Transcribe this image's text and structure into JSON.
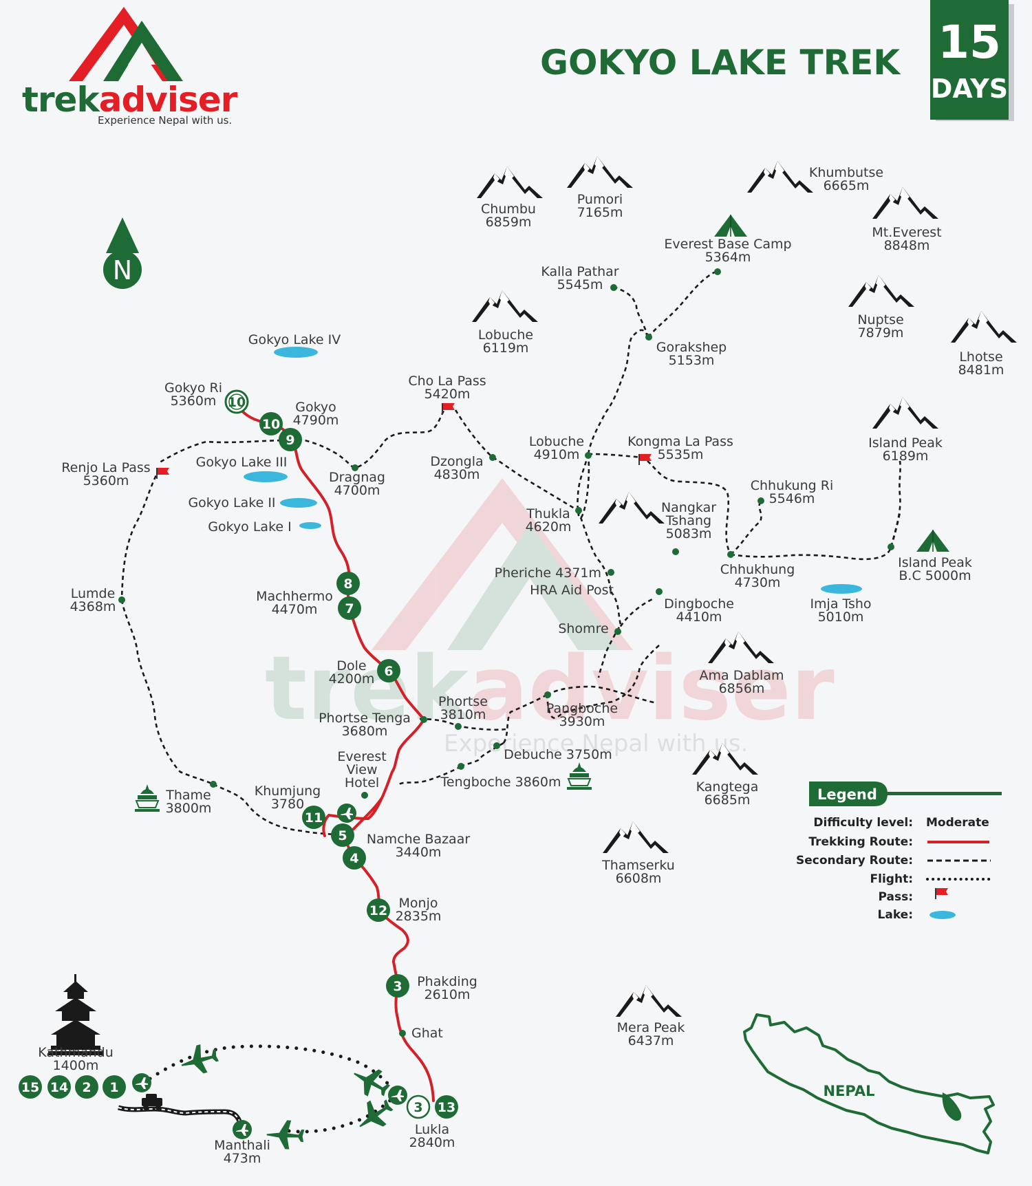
{
  "brand": {
    "name_a": "trek",
    "name_b": "adviser",
    "tagline": "Experience Nepal with us.",
    "green": "#1e6b35",
    "red": "#e31e24"
  },
  "title": "GOKYO LAKE TREK",
  "duration": {
    "number": "15",
    "unit": "DAYS"
  },
  "north": "N",
  "peaks": [
    {
      "id": "chumbu",
      "name": "Chumbu",
      "elev": "6859m"
    },
    {
      "id": "pumori",
      "name": "Pumori",
      "elev": "7165m"
    },
    {
      "id": "khumbutse",
      "name": "Khumbutse",
      "elev": "6665m"
    },
    {
      "id": "everest",
      "name": "Mt.Everest",
      "elev": "8848m"
    },
    {
      "id": "lobuche-peak",
      "name": "Lobuche",
      "elev": "6119m"
    },
    {
      "id": "nuptse",
      "name": "Nuptse",
      "elev": "7879m"
    },
    {
      "id": "lhotse",
      "name": "Lhotse",
      "elev": "8481m"
    },
    {
      "id": "island-peak",
      "name": "Island Peak",
      "elev": "6189m"
    },
    {
      "id": "nangkar-tshang",
      "name": "Nangkar",
      "name2": "Tshang",
      "elev": "5083m"
    },
    {
      "id": "ama-dablam",
      "name": "Ama Dablam",
      "elev": "6856m"
    },
    {
      "id": "kangtega",
      "name": "Kangtega",
      "elev": "6685m"
    },
    {
      "id": "thamserku",
      "name": "Thamserku",
      "elev": "6608m"
    },
    {
      "id": "mera-peak",
      "name": "Mera Peak",
      "elev": "6437m"
    }
  ],
  "places": {
    "ebc": {
      "name": "Everest Base Camp",
      "elev": "5364m"
    },
    "kalla_pathar": {
      "name": "Kalla Pathar",
      "elev": "5545m"
    },
    "gorakshep": {
      "name": "Gorakshep",
      "elev": "5153m"
    },
    "gokyo_lake_iv": {
      "name": "Gokyo Lake IV"
    },
    "gokyo_ri": {
      "name": "Gokyo Ri",
      "elev": "5360m"
    },
    "gokyo": {
      "name": "Gokyo",
      "elev": "4790m"
    },
    "cho_la": {
      "name": "Cho La Pass",
      "elev": "5420m"
    },
    "renjo_la": {
      "name": "Renjo La Pass",
      "elev": "5360m"
    },
    "gokyo_lake_iii": {
      "name": "Gokyo Lake III"
    },
    "dragnag": {
      "name": "Dragnag",
      "elev": "4700m"
    },
    "dzongla": {
      "name": "Dzongla",
      "elev": "4830m"
    },
    "lobuche": {
      "name": "Lobuche",
      "elev": "4910m"
    },
    "kongma_la": {
      "name": "Kongma La Pass",
      "elev": "5535m"
    },
    "chhukung_ri": {
      "name": "Chhukung Ri",
      "elev": "5546m"
    },
    "gokyo_lake_ii": {
      "name": "Gokyo Lake II"
    },
    "gokyo_lake_i": {
      "name": "Gokyo Lake I"
    },
    "thukla": {
      "name": "Thukla",
      "elev": "4620m"
    },
    "chhukhung": {
      "name": "Chhukhung",
      "elev": "4730m"
    },
    "island_bc": {
      "name": "Island Peak",
      "name2": "B.C 5000m"
    },
    "lumde": {
      "name": "Lumde",
      "elev": "4368m"
    },
    "machhermo": {
      "name": "Machhermo",
      "elev": "4470m"
    },
    "pheriche": {
      "name": "Pheriche 4371m",
      "name2": "HRA Aid Post"
    },
    "dingboche": {
      "name": "Dingboche",
      "elev": "4410m"
    },
    "imja": {
      "name": "Imja Tsho",
      "elev": "5010m"
    },
    "shomre": {
      "name": "Shomre"
    },
    "dole": {
      "name": "Dole",
      "elev": "4200m"
    },
    "phortse": {
      "name": "Phortse",
      "elev": "3810m"
    },
    "pangboche": {
      "name": "Pangboche",
      "elev": "3930m"
    },
    "phortse_tenga": {
      "name": "Phortse Tenga",
      "elev": "3680m"
    },
    "debuche": {
      "name": "Debuche 3750m"
    },
    "everest_view": {
      "name": "Everest",
      "name2": "View",
      "name3": "Hotel"
    },
    "tengboche": {
      "name": "Tengboche 3860m"
    },
    "thame": {
      "name": "Thame",
      "elev": "3800m"
    },
    "khumjung": {
      "name": "Khumjung",
      "elev": "3780"
    },
    "namche": {
      "name": "Namche Bazaar",
      "elev": "3440m"
    },
    "monjo": {
      "name": "Monjo",
      "elev": "2835m"
    },
    "phakding": {
      "name": "Phakding",
      "elev": "2610m"
    },
    "ghat": {
      "name": "Ghat"
    },
    "kathmandu": {
      "name": "Kathmandu",
      "elev": "1400m"
    },
    "lukla": {
      "name": "Lukla",
      "elev": "2840m"
    },
    "manthali": {
      "name": "Manthali",
      "elev": "473m"
    }
  },
  "days": {
    "d10a": "10",
    "d10b": "10",
    "d9": "9",
    "d8": "8",
    "d7": "7",
    "d6": "6",
    "d11": "11",
    "d5": "5",
    "d4": "4",
    "d12": "12",
    "d3": "3",
    "d3b": "3",
    "d13": "13",
    "d15": "15",
    "d14": "14",
    "d2": "2",
    "d1": "1"
  },
  "legend": {
    "title": "Legend",
    "difficulty_label": "Difficulty level:",
    "difficulty_value": "Moderate",
    "trekking": "Trekking Route:",
    "secondary": "Secondary Route:",
    "flight": "Flight:",
    "pass": "Pass:",
    "lake": "Lake:"
  },
  "inset": {
    "country": "NEPAL"
  },
  "watermark": {
    "name": "trekadviser",
    "tagline": "Experience Nepal with us."
  },
  "colors": {
    "route_red": "#d42027",
    "dot_green": "#1e6b35",
    "lake_blue": "#3bb7dd",
    "flag_red": "#e31e24",
    "ink": "#1a1a1a"
  }
}
